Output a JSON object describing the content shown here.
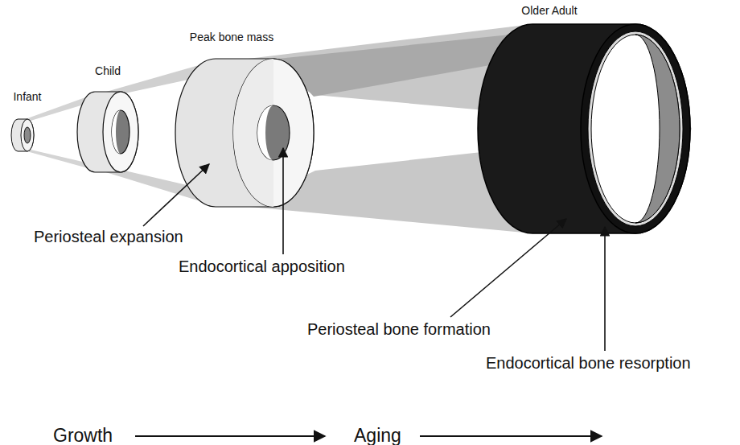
{
  "diagram": {
    "nodes": [
      {
        "text": [
          "Infant"
        ]
      },
      {
        "text": [
          "Child"
        ]
      },
      {
        "text": [
          "Peak bone mass"
        ]
      },
      {
        "text": [
          "Older Adult"
        ]
      }
    ],
    "labels": [
      "Periosteal expansion",
      "Endocortical apposition",
      "Periosteal bone formation",
      "Endocortical bone resorption",
      "Growth",
      "Aging"
    ]
  }
}
